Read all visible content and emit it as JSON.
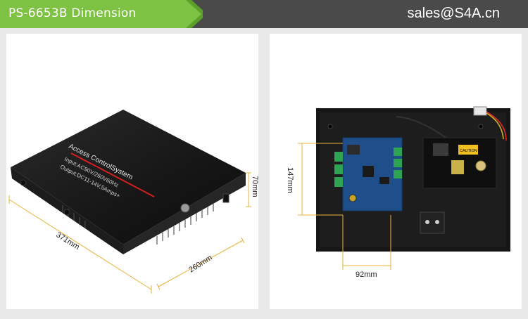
{
  "header": {
    "title": "PS-6653B Dimension",
    "contact_email": "sales@S4A.cn",
    "colors": {
      "bar": "#4a4a4a",
      "accent": "#7dc242",
      "text": "#ffffff"
    }
  },
  "left_photo": {
    "box_label_brand": "Access ControlSystem",
    "box_label_input": "Input:AC90V/260V60Hz",
    "box_label_output": "Output:DC11-14V,5Amps+",
    "dimensions": {
      "length": "371mm",
      "width": "260mm",
      "height": "70mm"
    }
  },
  "right_photo": {
    "warning_label": "CAUTION",
    "dimensions": {
      "board_height": "147mm",
      "board_width": "92mm"
    }
  }
}
